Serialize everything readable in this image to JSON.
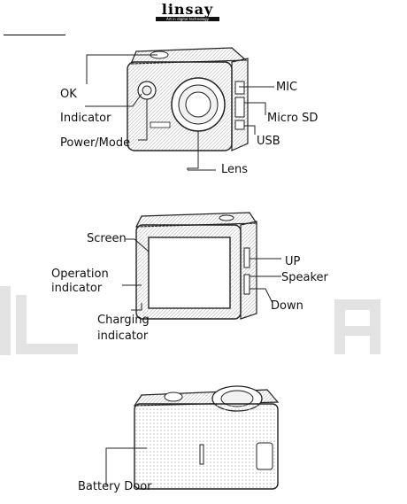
{
  "header": {
    "brand": "linsay",
    "tagline": "Art in digital technology"
  },
  "views": {
    "front": {
      "labels": {
        "ok": "OK",
        "indicator": "Indicator",
        "power_mode": "Power/Mode",
        "lens": "Lens",
        "mic": "MIC",
        "micro_sd": "Micro SD",
        "usb": "USB"
      }
    },
    "back": {
      "labels": {
        "screen": "Screen",
        "operation": "Operation",
        "operation2": "indicator",
        "charging": "Charging",
        "charging2": "indicator",
        "up": "UP",
        "speaker": "Speaker",
        "down": "Down"
      }
    },
    "bottom": {
      "labels": {
        "battery_door": "Battery Door"
      }
    }
  },
  "colors": {
    "line": "#222222",
    "body_fill": "#ececec",
    "texture": "#c9c9c9",
    "watermark": "#dcdcdc"
  }
}
